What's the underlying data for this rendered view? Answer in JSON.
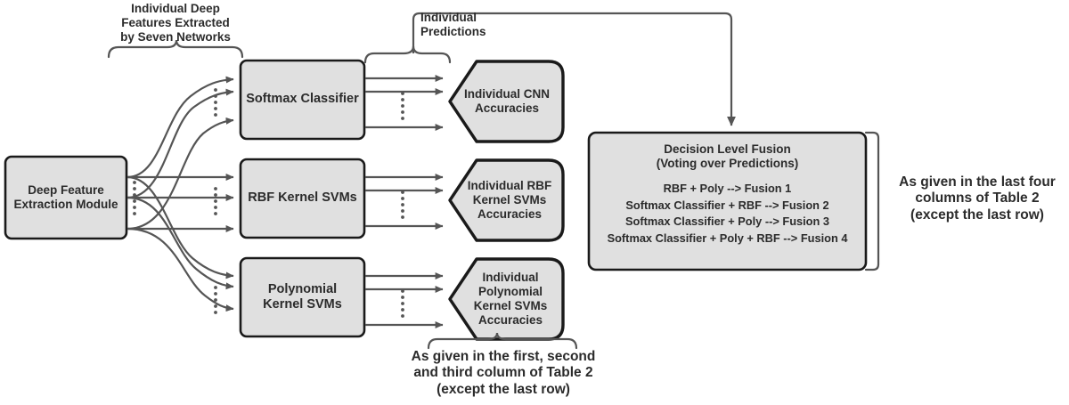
{
  "diagram": {
    "title": "Deep feature extraction, classification and decision level fusion pipeline",
    "colors": {
      "node_fill": "#e0e0e0",
      "node_stroke": "#1a1a1a",
      "arrow": "#555555",
      "bracket": "#555555",
      "text": "#2b2b2b",
      "background": "#ffffff"
    },
    "annotations": {
      "features_brace_label": "Individual Deep\nFeatures Extracted\nby Seven Networks",
      "predictions_brace_label": "Individual\nPredictions",
      "bottom_note": "As given in the first, second\nand third column of Table 2\n(except the last row)",
      "right_note": "As given in the last four\ncolumns of Table 2\n(except the last row)"
    },
    "nodes": {
      "feature_module": "Deep Feature\nExtraction Module",
      "softmax": "Softmax Classifier",
      "rbf": "RBF Kernel SVMs",
      "poly": "Polynomial\nKernel SVMs",
      "cnn_acc": "Individual CNN\nAccuracies",
      "rbf_acc": "Individual RBF\nKernel SVMs\nAccuracies",
      "poly_acc": "Individual\nPolynomial\nKernel SVMs\nAccuracies"
    },
    "fusion": {
      "heading": "Decision Level Fusion\n(Voting over Predictions)",
      "rules": [
        "RBF + Poly --> Fusion 1",
        "Softmax Classifier + RBF --> Fusion 2",
        "Softmax Classifier + Poly --> Fusion 3",
        "Softmax Classifier + Poly + RBF --> Fusion 4"
      ]
    }
  }
}
